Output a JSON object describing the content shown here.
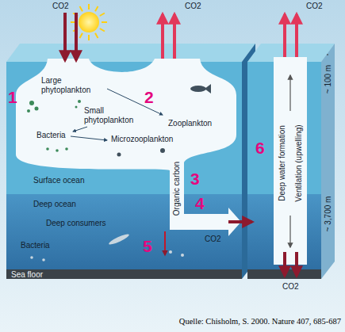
{
  "diagram": {
    "caption": "Quelle: Chisholm, S. 2000. Nature 407, 685-687",
    "labels": [
      "CO2",
      "CO2",
      "CO2",
      "1",
      "Large phytoplankton",
      "2",
      "Small phytoplankton",
      "Zooplankton",
      "Microzooplankton",
      "Bacteria",
      "Organic carbon",
      "3",
      "6",
      "Surface ocean",
      "Deep ocean",
      "Deep consumers",
      "4",
      "CO2",
      "Bacteria",
      "5",
      "Deep water formation",
      "Ventilation (upwelling)",
      "~ 100 m",
      "~ 3,700 m",
      "CO2",
      "Sea floor"
    ]
  }
}
